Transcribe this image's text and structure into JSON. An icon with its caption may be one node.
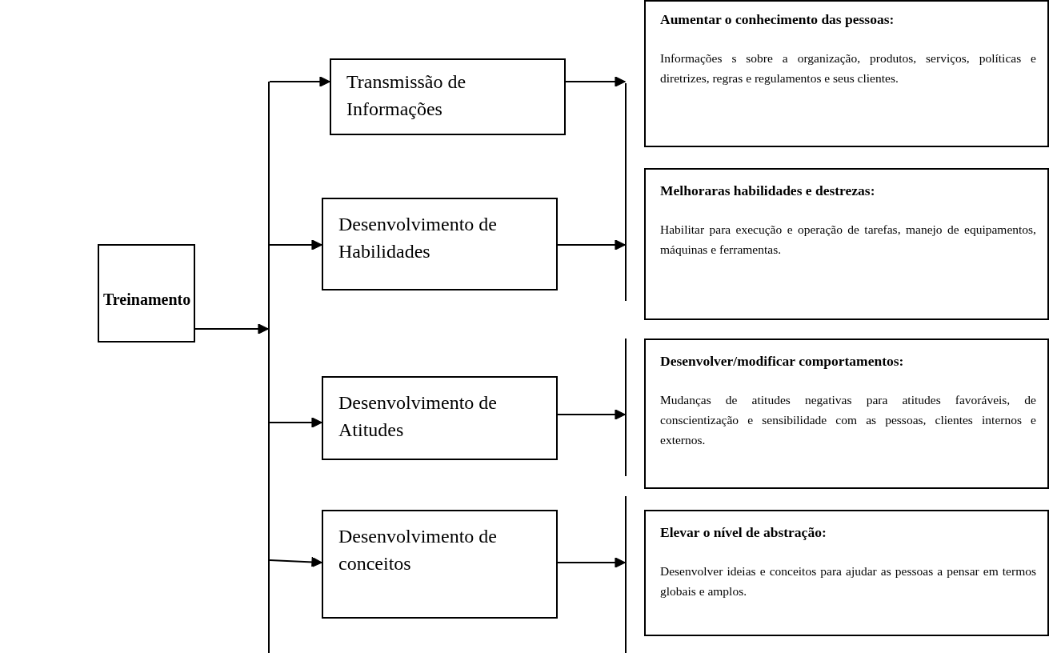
{
  "diagram": {
    "nodes": [
      {
        "text": [
          "Treinamento"
        ]
      },
      {
        "text": [],
        "shape": "bar"
      },
      {
        "text": [
          "Transmissão de Informações"
        ]
      },
      {
        "text": [
          "Desenvolvimento de Habilidades"
        ]
      },
      {
        "text": [
          "Desenvolvimento de Atitudes"
        ]
      },
      {
        "text": [
          "Desenvolvimento de conceitos"
        ]
      },
      {
        "text": [],
        "shape": "bar"
      },
      {
        "text": [],
        "shape": "bar"
      },
      {
        "text": [],
        "shape": "bar"
      },
      {
        "text": [
          "Aumentar o conhecimento das pessoas:",
          "Informações s sobre a organização, produtos, serviços, políticas e diretrizes, regras e regulamentos e seus clientes."
        ]
      },
      {
        "text": [
          "Melhoraras habilidades e destrezas:",
          "Habilitar para execução e operação de tarefas, manejo de equipamentos, máquinas e ferramentas."
        ]
      },
      {
        "text": [
          "Desenvolver/modificar comportamentos:",
          "Mudanças de atitudes negativas para atitudes favoráveis, de conscientização e sensibilidade com as pessoas, clientes internos e externos."
        ]
      },
      {
        "text": [
          "Elevar o nível de abstração:",
          "Desenvolver ideias e conceitos para ajudar as pessoas a pensar em termos globais e amplos."
        ]
      }
    ],
    "edges": [
      {
        "from": 0,
        "to": 1,
        "arrow": "to"
      },
      {
        "from": 1,
        "to": 2,
        "arrow": "to"
      },
      {
        "from": 1,
        "to": 3,
        "arrow": "to"
      },
      {
        "from": 1,
        "to": 4,
        "arrow": "to"
      },
      {
        "from": 1,
        "to": 5,
        "arrow": "to"
      },
      {
        "from": 2,
        "to": 6,
        "arrow": "to"
      },
      {
        "from": 3,
        "to": 6,
        "arrow": "to"
      },
      {
        "from": 4,
        "to": 7,
        "arrow": "to"
      },
      {
        "from": 5,
        "to": 8,
        "arrow": "to"
      }
    ]
  }
}
